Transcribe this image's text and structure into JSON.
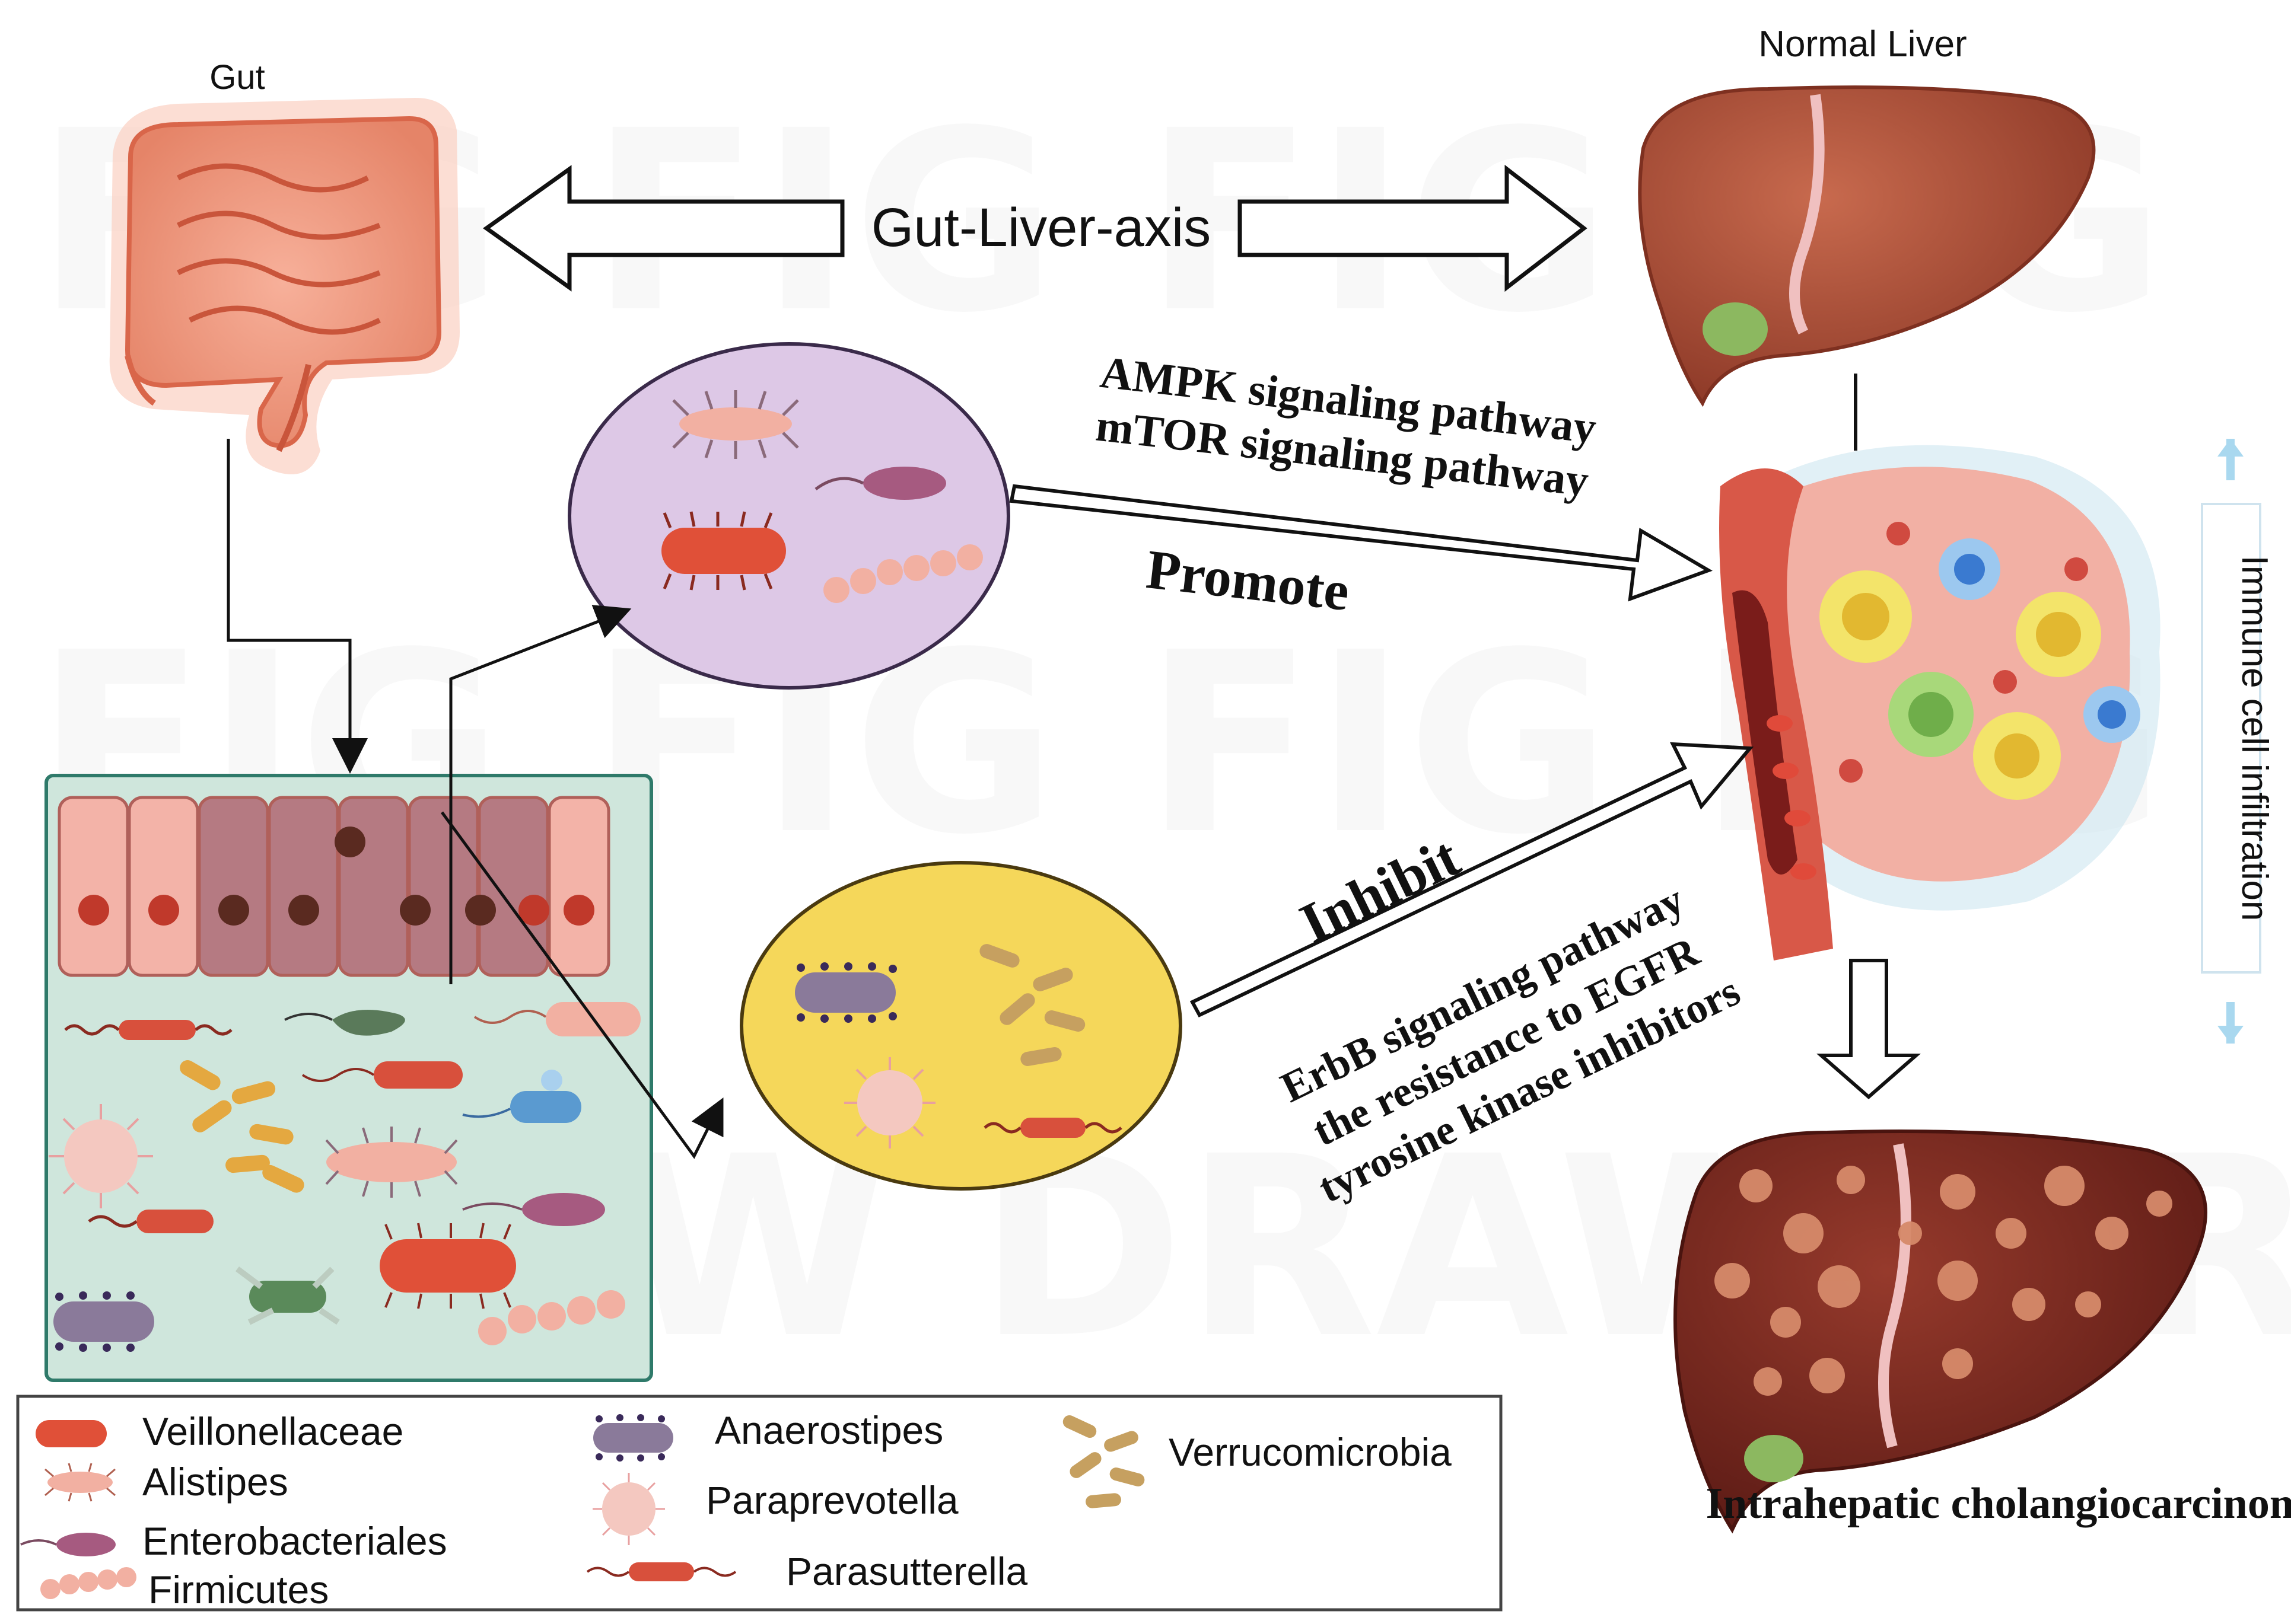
{
  "labels": {
    "gut": "Gut",
    "normal_liver": "Normal Liver",
    "gut_liver_axis": "Gut-Liver-axis",
    "ampk": "AMPK signaling pathway",
    "mtor": "mTOR signaling pathway",
    "promote": "Promote",
    "inhibit": "Inhibit",
    "erbb": "ErbB signaling pathway",
    "resistance": "the resistance to EGFR",
    "tki": "tyrosine kinase inhibitors",
    "immune": "Immune cell infiltration",
    "icc": "Intrahepatic cholangiocarcinoma"
  },
  "legend": [
    {
      "name": "Veillonellaceae",
      "icon": "rod-bacterium-red-icon"
    },
    {
      "name": "Alistipes",
      "icon": "flagellated-bacterium-pink-icon"
    },
    {
      "name": "Enterobacteriales",
      "icon": "flagellated-bacterium-mauve-icon"
    },
    {
      "name": "Firmicutes",
      "icon": "chain-cocci-icon"
    },
    {
      "name": "Anaerostipes",
      "icon": "spiked-bacterium-purple-icon"
    },
    {
      "name": "Paraprevotella",
      "icon": "coccus-pink-icon"
    },
    {
      "name": "Parasutterella",
      "icon": "flagellated-rod-red-icon"
    },
    {
      "name": "Verrucomicrobia",
      "icon": "rod-cluster-tan-icon"
    }
  ],
  "colors": {
    "intestine": "#e98a6a",
    "liver": "#a84a35",
    "tumor_liver": "#7a2a22",
    "purple_circle": "#ddc8e6",
    "yellow_circle": "#f5d75a",
    "epithelium_box": "#cfe6dc",
    "immune_arrow": "#a9d8ef"
  }
}
